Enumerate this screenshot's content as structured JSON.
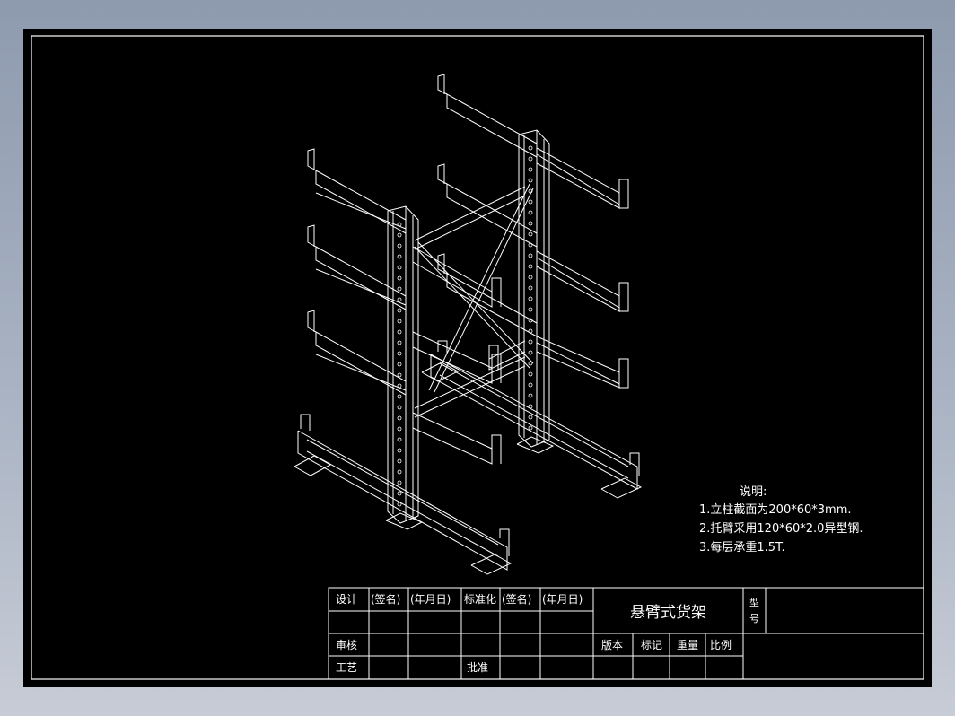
{
  "notes": {
    "heading": "说明:",
    "items": [
      "1.立柱截面为200*60*3mm.",
      "2.托臂采用120*60*2.0异型钢.",
      "3.每层承重1.5T."
    ]
  },
  "title_block": {
    "design": "设计",
    "sign1": "(签名)",
    "date1": "(年月日)",
    "standardize": "标准化",
    "sign2": "(签名)",
    "date2": "(年月日)",
    "review": "审核",
    "process": "工艺",
    "approve": "批准",
    "drawing_title": "悬臂式货架",
    "model_label_1": "型",
    "model_label_2": "号",
    "version": "版本",
    "mark": "标记",
    "weight": "重量",
    "scale": "比例"
  },
  "colors": {
    "background": "#000000",
    "lines": "#ffffff",
    "workspace": "#8e9aae"
  }
}
